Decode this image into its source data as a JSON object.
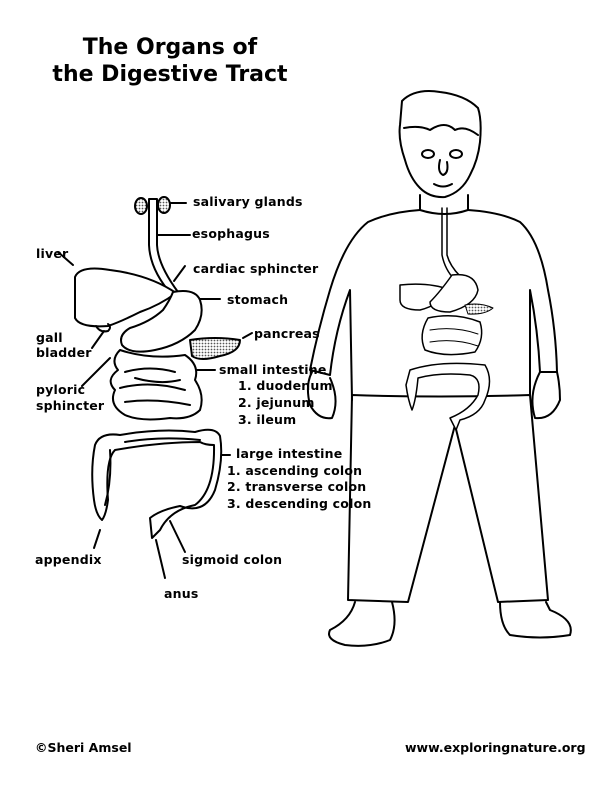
{
  "title": {
    "line1": "The Organs of",
    "line2": "the Digestive Tract"
  },
  "labels": {
    "salivary_glands": "salivary glands",
    "esophagus": "esophagus",
    "liver": "liver",
    "cardiac_sphincter": "cardiac sphincter",
    "stomach": "stomach",
    "gall_bladder_1": "gall",
    "gall_bladder_2": "bladder",
    "pancreas": "pancreas",
    "pyloric_sphincter_1": "pyloric",
    "pyloric_sphincter_2": "sphincter",
    "small_intestine": {
      "heading": "small intestine",
      "parts": [
        "1. duodenum",
        "2. jejunum",
        "3. ileum"
      ]
    },
    "large_intestine": {
      "heading": "large intestine",
      "parts": [
        "1. ascending colon",
        "2. transverse colon",
        "3. descending colon"
      ]
    },
    "appendix": "appendix",
    "sigmoid_colon": "sigmoid colon",
    "anus": "anus"
  },
  "footer": {
    "copyright": "©Sheri Amsel",
    "website": "www.exploringnature.org"
  }
}
